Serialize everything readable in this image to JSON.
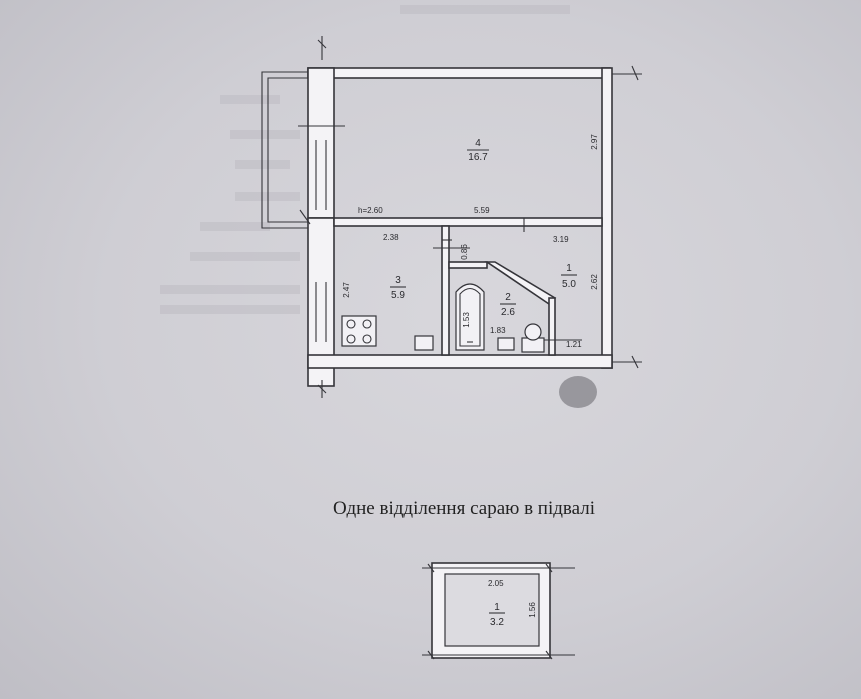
{
  "apartment": {
    "height_label": "h=2.60",
    "rooms": [
      {
        "number": "4",
        "area": "16.7"
      },
      {
        "number": "3",
        "area": "5.9"
      },
      {
        "number": "2",
        "area": "2.6"
      },
      {
        "number": "1",
        "area": "5.0"
      }
    ],
    "dimensions": {
      "room4_height": "2.97",
      "room4_width": "5.59",
      "kitchen_width": "2.38",
      "kitchen_height": "2.47",
      "bath_gap": "0.86",
      "hall_width": "3.19",
      "hall_height": "2.62",
      "bath_height": "1.53",
      "bath_width": "1.83",
      "entry_width": "1.21"
    }
  },
  "caption": "Одне відділення сараю в підвалі",
  "basement": {
    "room_number": "1",
    "area": "3.2",
    "width": "2.05",
    "height": "1.56"
  }
}
